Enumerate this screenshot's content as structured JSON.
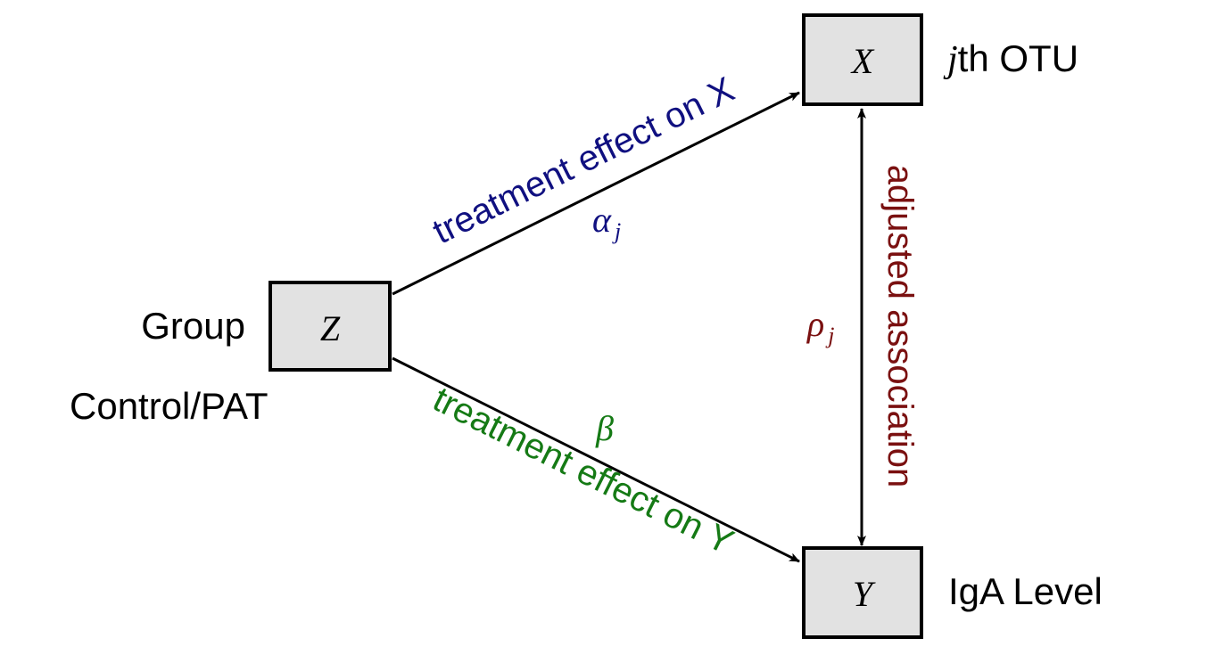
{
  "nodes": {
    "z": {
      "symbol": "Z",
      "label": "Group",
      "sublabel": "Control/PAT"
    },
    "x": {
      "symbol": "X",
      "label_prefix": "j",
      "label_rest": "th OTU"
    },
    "y": {
      "symbol": "Y",
      "label": "IgA Level"
    }
  },
  "edges": {
    "zx": {
      "label": "treatment effect on X",
      "param": "α",
      "param_sub": "j",
      "color": "#101080"
    },
    "zy": {
      "label": "treatment effect on Y",
      "param": "β",
      "color": "#157a15"
    },
    "xy": {
      "label": "adjusted association",
      "param": "ρ",
      "param_sub": "j",
      "color": "#7a1010"
    }
  },
  "colors": {
    "box_fill": "#e2e2e2",
    "line": "#000000"
  }
}
